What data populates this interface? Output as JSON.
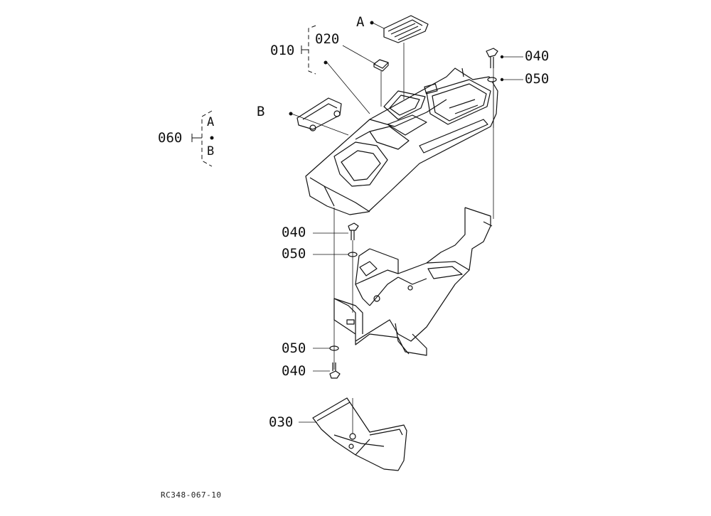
{
  "labels": {
    "p010": "010",
    "p020": "020",
    "p030": "030",
    "p040_top": "040",
    "p050_top": "050",
    "p040_mid": "040",
    "p050_mid": "050",
    "p050_low": "050",
    "p040_low": "040",
    "p060": "060",
    "ref_a": "A",
    "ref_b": "B",
    "group_a": "A",
    "group_b": "B"
  },
  "drawing_code": "RC348-067-10",
  "colors": {
    "line": "#111111",
    "background": "#ffffff"
  }
}
